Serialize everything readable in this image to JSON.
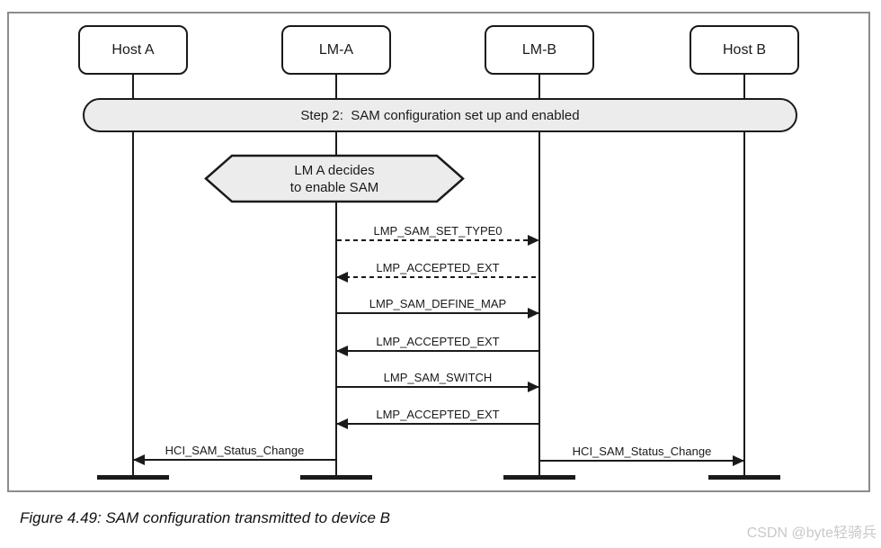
{
  "diagram": {
    "actors": [
      {
        "label": "Host A"
      },
      {
        "label": "LM-A"
      },
      {
        "label": "LM-B"
      },
      {
        "label": "Host B"
      }
    ],
    "banner": {
      "label": "Step 2:  SAM configuration set up and enabled"
    },
    "decision": {
      "line1": "LM A decides",
      "line2": "to enable SAM",
      "actor": "LM-A"
    },
    "messages": [
      {
        "label": "LMP_SAM_SET_TYPE0",
        "from": "LM-A",
        "to": "LM-B",
        "line": "dashed"
      },
      {
        "label": "LMP_ACCEPTED_EXT",
        "from": "LM-B",
        "to": "LM-A",
        "line": "dashed"
      },
      {
        "label": "LMP_SAM_DEFINE_MAP",
        "from": "LM-A",
        "to": "LM-B",
        "line": "solid"
      },
      {
        "label": "LMP_ACCEPTED_EXT",
        "from": "LM-B",
        "to": "LM-A",
        "line": "solid"
      },
      {
        "label": "LMP_SAM_SWITCH",
        "from": "LM-A",
        "to": "LM-B",
        "line": "solid"
      },
      {
        "label": "LMP_ACCEPTED_EXT",
        "from": "LM-B",
        "to": "LM-A",
        "line": "solid"
      },
      {
        "label": "HCI_SAM_Status_Change",
        "from": "LM-A",
        "to": "Host A",
        "line": "solid"
      },
      {
        "label": "HCI_SAM_Status_Change",
        "from": "LM-B",
        "to": "Host B",
        "line": "solid"
      }
    ]
  },
  "caption": "Figure 4.49: SAM configuration transmitted to device B",
  "watermark": "CSDN @byte轻骑兵",
  "colors": {
    "shape_fill": "#ececec",
    "line": "#1a1a1a",
    "frame": "#8c8c8c",
    "watermark": "#c9c9c9"
  }
}
